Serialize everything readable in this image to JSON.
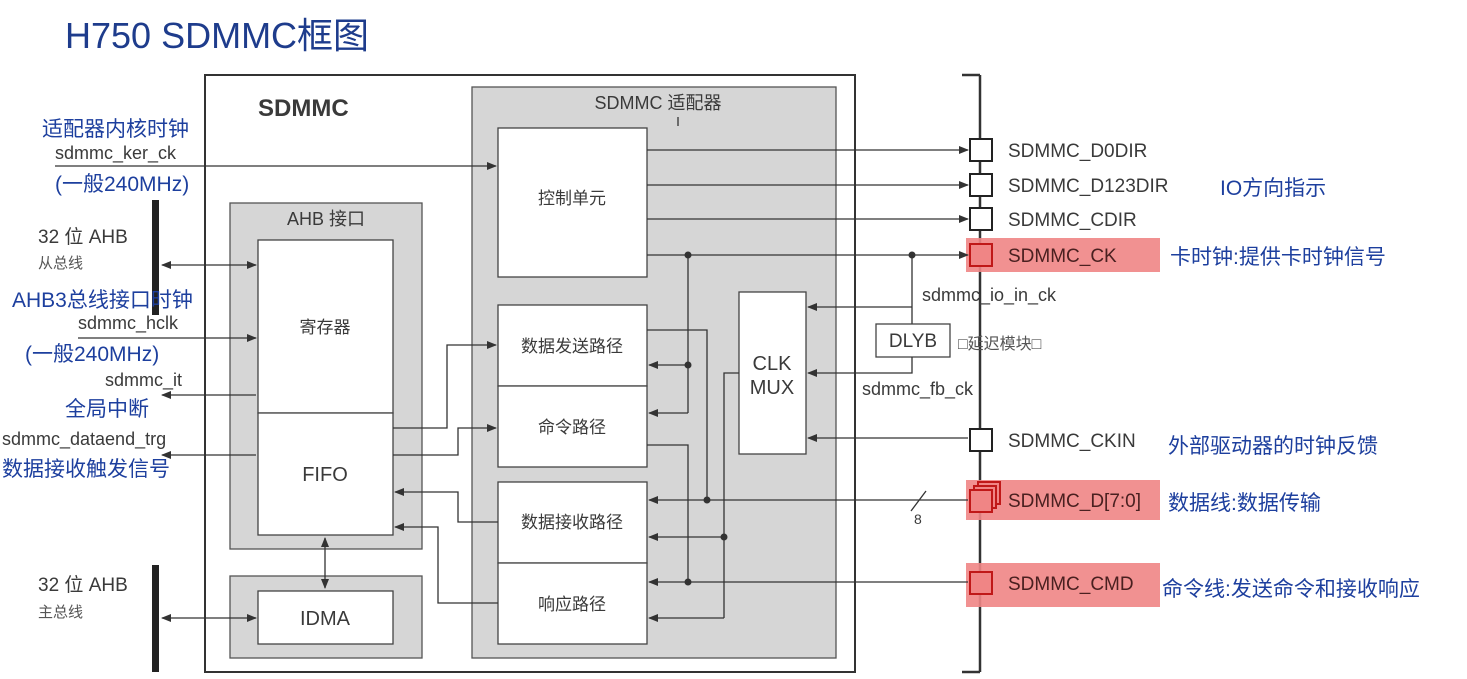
{
  "title": "H750 SDMMC框图",
  "sdmmc": {
    "label": "SDMMC"
  },
  "ahb_interface": {
    "label": "AHB 接口",
    "register": "寄存器",
    "fifo": "FIFO"
  },
  "idma": {
    "label": "IDMA"
  },
  "adapter": {
    "label": "SDMMC 适配器",
    "control_unit": "控制单元",
    "data_tx_path": "数据发送路径",
    "cmd_path": "命令路径",
    "data_rx_path": "数据接收路径",
    "resp_path": "响应路径",
    "clk_mux_line1": "CLK",
    "clk_mux_line2": "MUX"
  },
  "left_signals": {
    "ker_ck_note": "适配器内核时钟",
    "ker_ck": "sdmmc_ker_ck",
    "ker_ck_freq": "(一般240MHz)",
    "slave_bus": "32 位 AHB",
    "slave_bus_sub": "从总线",
    "hclk_note": "AHB3总线接口时钟",
    "hclk": "sdmmc_hclk",
    "hclk_freq": "(一般240MHz)",
    "it": "sdmmc_it",
    "it_note": "全局中断",
    "dataend": "sdmmc_dataend_trg",
    "dataend_note": "数据接收触发信号",
    "master_bus": "32 位 AHB",
    "master_bus_sub": "主总线"
  },
  "pins": [
    {
      "name": "SDMMC_D0DIR"
    },
    {
      "name": "SDMMC_D123DIR"
    },
    {
      "name": "SDMMC_CDIR"
    },
    {
      "name": "SDMMC_CK",
      "note": "卡时钟:提供卡时钟信号",
      "highlighted": true
    },
    {
      "name": "SDMMC_CKIN",
      "note": "外部驱动器的时钟反馈"
    },
    {
      "name": "SDMMC_D[7:0]",
      "note": "数据线:数据传输",
      "highlighted": true
    },
    {
      "name": "SDMMC_CMD",
      "note": "命令线:发送命令和接收响应",
      "highlighted": true
    }
  ],
  "io_dir_note": "IO方向指示",
  "internal": {
    "io_in_ck": "sdmmc_io_in_ck",
    "dlyb": "DLYB",
    "dlyb_note": "□延迟模块□",
    "fb_ck": "sdmmc_fb_ck",
    "bus_width": "8"
  },
  "colors": {
    "title": "#1e3c8c",
    "annotation": "#1d3f9e",
    "highlight": "#f08585",
    "block_fill": "#d6d6d6"
  }
}
